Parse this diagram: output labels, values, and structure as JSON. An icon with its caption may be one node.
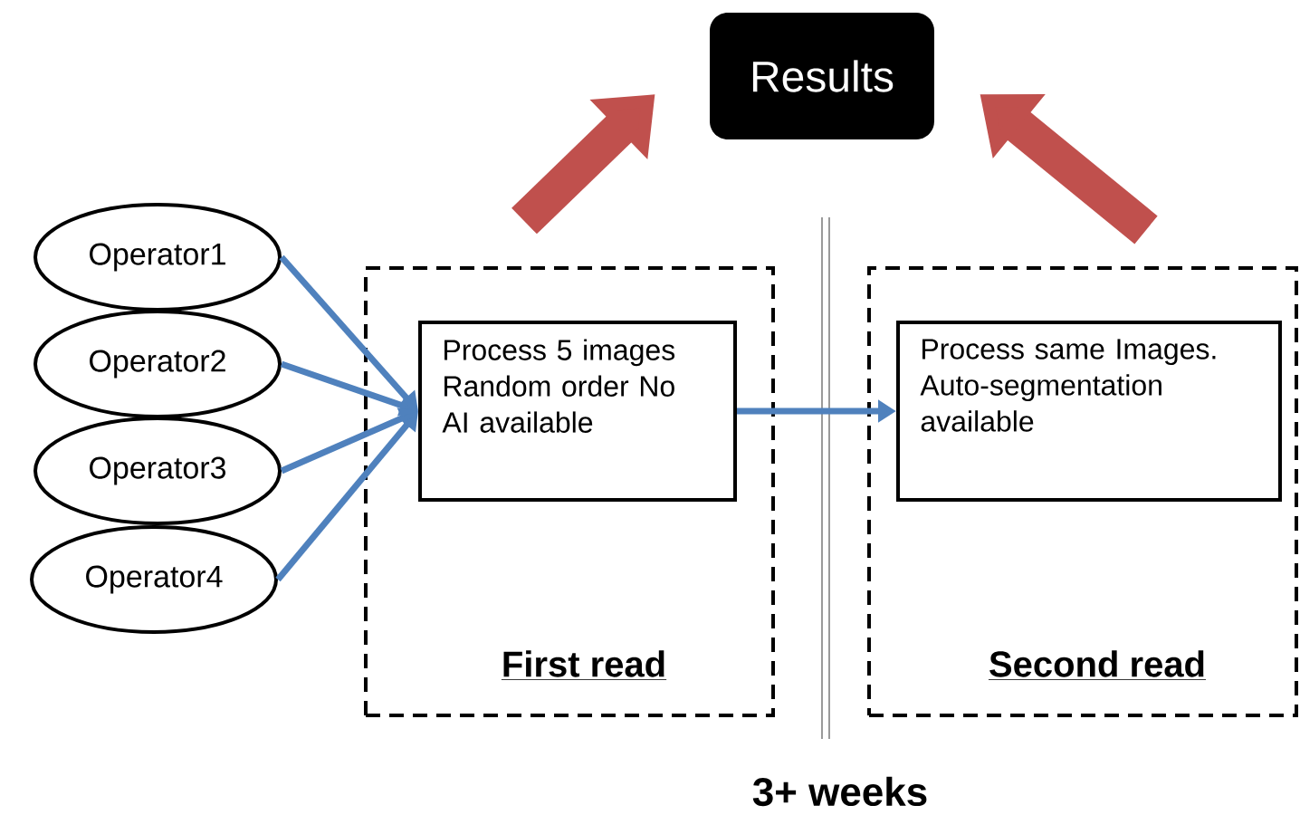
{
  "diagram": {
    "nodes": [
      {
        "text": [
          "Results"
        ]
      },
      {
        "text": [
          "Operator1"
        ]
      },
      {
        "text": [
          "Operator2"
        ]
      },
      {
        "text": [
          "Operator3"
        ]
      },
      {
        "text": [
          "Operator4"
        ]
      },
      {
        "text": [
          "First read"
        ]
      },
      {
        "text": [
          "Process 5 images Random order No AI available"
        ],
        "in": 5
      },
      {
        "text": [
          "Second read"
        ]
      },
      {
        "text": [
          "Process same Images. Auto-segmentation available"
        ],
        "in": 7
      }
    ],
    "edges": [
      {
        "from": 1,
        "to": 6,
        "arrow": "to"
      },
      {
        "from": 2,
        "to": 6,
        "arrow": "to"
      },
      {
        "from": 3,
        "to": 6,
        "arrow": "to"
      },
      {
        "from": 4,
        "to": 6,
        "arrow": "to"
      },
      {
        "from": 6,
        "to": 8,
        "arrow": "to"
      },
      {
        "from": 5,
        "to": 0,
        "arrow": "to",
        "style": "thick",
        "color": "#c0504d"
      },
      {
        "from": 7,
        "to": 0,
        "arrow": "to",
        "style": "thick",
        "color": "#c0504d"
      }
    ],
    "labels": [
      "3+ weeks"
    ]
  }
}
